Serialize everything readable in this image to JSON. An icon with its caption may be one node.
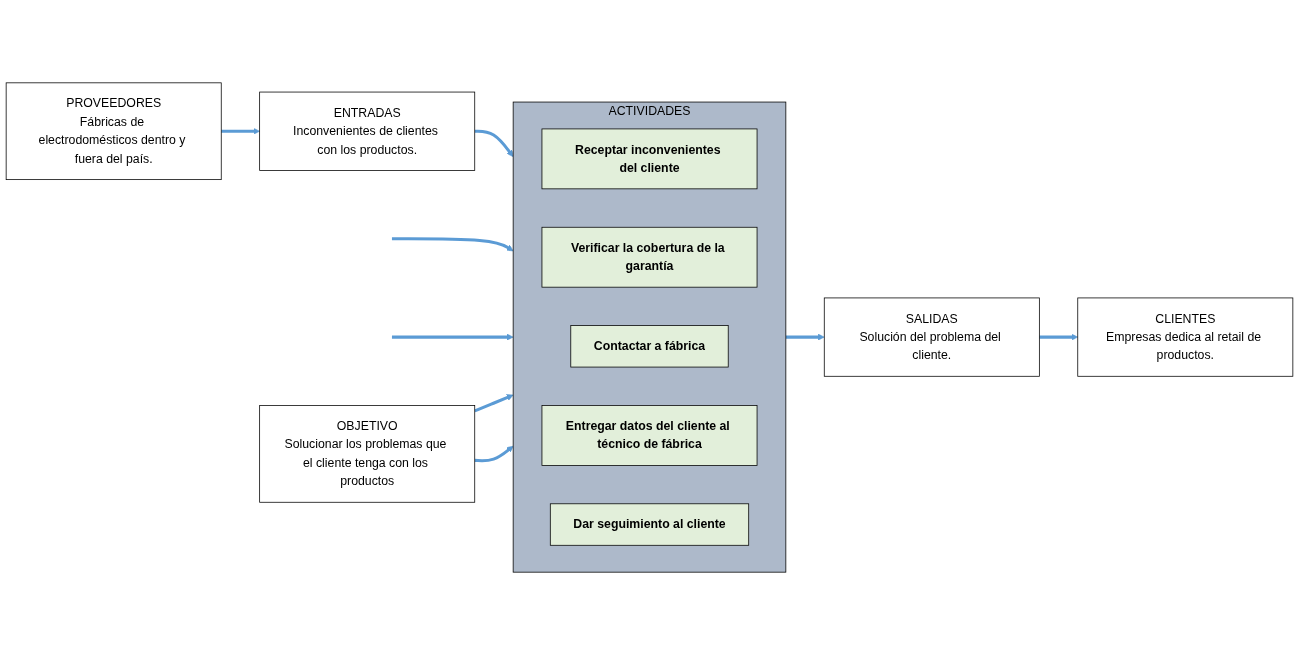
{
  "diagram": {
    "nodes": [
      {
        "text": [
          "PROVEEDORES",
          "Fábricas de electrodomésticos dentro y fuera del país."
        ]
      },
      {
        "text": [
          "ENTRADAS",
          "Inconvenientes de clientes con los productos."
        ]
      },
      {
        "text": [
          "ACTIVIDADES"
        ]
      },
      {
        "text": [
          "Receptar inconvenientes del cliente"
        ],
        "in": 2
      },
      {
        "text": [
          "Verificar la cobertura de la garantía"
        ],
        "in": 2
      },
      {
        "text": [
          "Contactar a fábrica"
        ],
        "in": 2
      },
      {
        "text": [
          "Entregar datos del cliente al técnico de fábrica"
        ],
        "in": 2
      },
      {
        "text": [
          "Dar seguimiento al cliente"
        ],
        "in": 2
      },
      {
        "text": [
          "SALIDAS",
          "Solución del problema del cliente."
        ]
      },
      {
        "text": [
          "CLIENTES",
          "Empresas dedica al retail de productos."
        ]
      },
      {
        "text": [
          "OBJETIVO",
          "Solucionar los problemas que el cliente tenga con los productos"
        ]
      }
    ],
    "edges": [
      {
        "from": 0,
        "to": 1,
        "arrow": "to"
      },
      {
        "from": 1,
        "to": 2,
        "arrow": "to"
      },
      {
        "from": null,
        "to": 2,
        "arrow": "to"
      },
      {
        "from": null,
        "to": 2,
        "arrow": "to"
      },
      {
        "from": 2,
        "to": 8,
        "arrow": "to"
      },
      {
        "from": 8,
        "to": 9,
        "arrow": "to"
      },
      {
        "from": 10,
        "to": 2,
        "arrow": "to"
      },
      {
        "from": 10,
        "to": 2,
        "arrow": "to"
      }
    ]
  }
}
